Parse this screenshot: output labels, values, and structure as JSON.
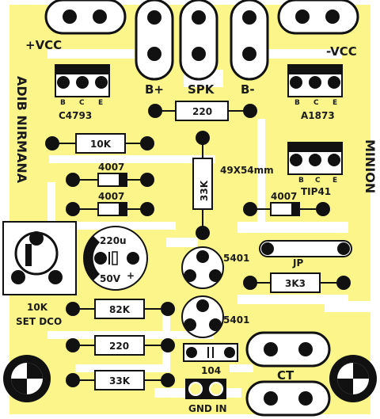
{
  "colors": {
    "board": "#fbf58a",
    "trace": "#ffffff",
    "ink": "#111111",
    "body": "#ffffff"
  },
  "power": {
    "pos": "+VCC",
    "neg": "-VCC"
  },
  "speaker": {
    "b_plus": "B+",
    "spk": "SPK",
    "b_minus": "B-"
  },
  "transistors": {
    "left": {
      "name": "C4793",
      "pins": [
        "B",
        "C",
        "E"
      ]
    },
    "right": {
      "name": "A1873",
      "pins": [
        "B",
        "C",
        "E"
      ]
    },
    "driver": {
      "name": "TIP41",
      "pins": [
        "B",
        "C",
        "E"
      ]
    }
  },
  "brand": {
    "left": "ADIB NIRMANA",
    "right": "MINION"
  },
  "board_size": "49X54mm",
  "resistors": {
    "r220_top": "220",
    "r10k": "10K",
    "r33k_vert": "33K",
    "r3k3": "3K3",
    "r82k": "82K",
    "r220_low": "220",
    "r33k_low": "33K"
  },
  "diodes": {
    "d1": "4007",
    "d2": "4007",
    "d3": "4007"
  },
  "diodes_small": {
    "q1": "5401",
    "q2": "5401"
  },
  "jumper": "JP",
  "capacitors": {
    "elco_value": "220u",
    "elco_voltage": "50V",
    "plus": "+",
    "ceramic": "104"
  },
  "trimmer": {
    "value": "10K",
    "label": "SET DCO"
  },
  "ct": "CT",
  "gnd_in": "GND IN"
}
